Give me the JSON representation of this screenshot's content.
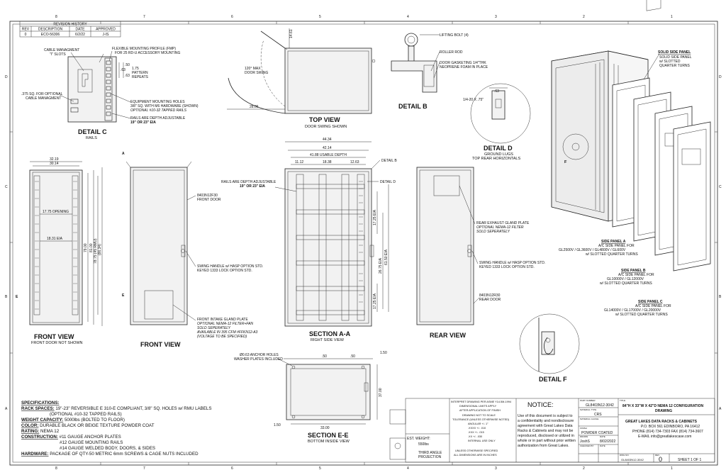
{
  "border": {
    "top_cols": [
      "8",
      "7",
      "6",
      "5",
      "4",
      "3",
      "2",
      "1"
    ],
    "rows": [
      "D",
      "C",
      "B",
      "A"
    ]
  },
  "revision": {
    "heading": "REVISION HISTORY",
    "headers": [
      "REV",
      "DESCRIPTION",
      "DATE",
      "APPROVED"
    ],
    "row": [
      "0",
      "ECO-56306",
      "6/2/22",
      "J-IS"
    ]
  },
  "detail_c": {
    "title": "DETAIL C",
    "subtitle": "RAILS",
    "cable_mgmt": "CABLE MANAGMENT",
    "cable_slots": "\"I\" SLOTS",
    "fmp1": "FLEXIBLE MOUNTING PROFILE (FMP)",
    "fmp2": "FOR 25 RD-U ACCESSORY MOUNTING",
    "pattern1": "1.75",
    "pattern2": "PATTERN",
    "pattern3": "REPEATS",
    "optional1": ".375 SQ. FOR OPTIONAL",
    "optional2": "CABLE MANAGMENT",
    "equip1": "EQUIPMENT MOUNTING HOLES",
    "equip2": "3/8\" SQ. WITH M6 HARDWARE (SHOWN)",
    "equip3": "OPTIONAL #10-32 TAPPED RAILS",
    "rails1": "RAILS ARE DEPTH ADJUSTABLE",
    "rails2": "19\" OR 23\" EIA",
    "d1": ".63",
    "d2": ".50",
    "d3": ".63"
  },
  "top_view": {
    "title": "TOP VIEW",
    "subtitle": "DOOR SWING SHOWN",
    "swing1": "120° MAX",
    "swing2": "DOOR SWING",
    "d_depth": "14.61",
    "d_width": "28.06"
  },
  "detail_b": {
    "title": "DETAIL B",
    "lifting": "LIFTING BOLT (4)",
    "roller": "ROLLER ROD",
    "gasket1": "DOOR GASKETING 1/4\"THK",
    "gasket2": "NEOPRENE FOAM IN PLACE"
  },
  "detail_d": {
    "title": "DETAIL D",
    "subtitle1": "GROUND LUGS",
    "subtitle2": "TOP REAR HORIZONTALS",
    "d1": ".63",
    "d2": "1/4-20 X .75\""
  },
  "iso": {
    "solid_title": "SOLID SIDE PANEL",
    "solid1": "SOLID SIDE PANEL",
    "solid2": "w/ SLOTTED",
    "solid3": "QUARTER TURNS",
    "f_label": "F",
    "a_title": "SIDE PANEL A",
    "a1": "A/C SIDE PANEL FOR",
    "a2": "GL2500V / GL3600V / GL4800V / GL600V",
    "a3": "w/ SLOTTED QUARTER TURNS",
    "b_title": "SIDE PANEL B",
    "b1": "A/C SIDE PANEL FOR",
    "b2": "GL10000V / GL12000V",
    "b3": "w/ SLOTTED QUARTER TURNS",
    "c_title": "SIDE PANEL C",
    "c1": "A/C SIDE PANEL FOR",
    "c2": "GL14000V / GL17000V / GL20000V",
    "c3": "w/ SLOTTED QUARTER TURNS"
  },
  "front_view": {
    "title": "FRONT VIEW",
    "subtitle": "FRONT DOOR NOT SHOWN",
    "w1": "32.19",
    "w2": "30.14",
    "opening": "17.75 OPENING",
    "eia": "18.31 EIA",
    "h1": "79.00",
    "h2": "81.00",
    "h3": "78.75 (45 RMU)",
    "h4": "(86.34)",
    "e": "E"
  },
  "front_view2": {
    "title": "FRONT VIEW",
    "a": "A",
    "part1": "8403N12F30",
    "part2": "FRONT DOOR",
    "swing1": "SWING HANDLE w/ HASP OPTION STD.",
    "swing2": "KEYED 1333 LOCK OPTION STD.",
    "intake1": "FRONT INTAKE GLAND PLATE",
    "intake2": "OPTIONAL NEMA-12 FILTER+FAN",
    "intake3": "SOLD SEPERATELY",
    "intake4": "AVAILABLE IN 395 CFM #FFKN12-A3",
    "intake5": "(VOLTAGE TO BE SPECIFIED)",
    "e": "E"
  },
  "section_aa": {
    "title": "SECTION A-A",
    "subtitle": "RIGHT SIDE VIEW",
    "d1": "44.34",
    "d2": "42.14",
    "d3": "41.88 USABLE DEPTH",
    "d4": "11.12",
    "d5": "18.38",
    "d6": "12.63",
    "detail_b": "DETAIL B",
    "detail_d": "DETAIL D",
    "rails1": "RAILS ARE DEPTH ADJUSTABLE",
    "rails2": "19\" OR 23\" EIA",
    "v1": "17.25 EIA",
    "v2": "26.75 EIA",
    "v3": "61.50 EIA",
    "v4": "17.25 EIA"
  },
  "rear_view": {
    "title": "REAR VIEW",
    "exhaust1": "REAR EXHAUST GLAND PLATE",
    "exhaust2": "OPTIONAL NEMA-12 FILTER",
    "exhaust3": "SOLD SEPERATELY",
    "swing1": "SWING HANDLE w/ HASP OPTION STD.",
    "swing2": "KEYED 1333 LOCK OPTION STD.",
    "part1": "8403N12R30",
    "part2": "REAR DOOR"
  },
  "detail_f": {
    "title": "DETAIL F"
  },
  "section_ee": {
    "title": "SECTION E-E",
    "subtitle": "BOTTOM INSIDE VIEW",
    "anchor1": "Ø0.63 ANCHOR HOLES",
    "anchor2": "WASHER PLATES INCLUDED",
    "d1": "1.50",
    "d2": "1.50",
    "d3": "33.00",
    "d4": "37.00",
    "d5": ".50",
    "d6": ".50"
  },
  "specs": {
    "heading": "SPECIFICATIONS:",
    "l1_label": "RACK SPACES:",
    "l1": " 19\"-23\" REVERSIBLE E 310-E COMPLIANT, 3/8\" SQ. HOLES w/ RMU LABELS",
    "l2": "(OPTIONAL #10-32 TAPPED RAILS)",
    "l3_label": "WEIGHT CAPACITY:",
    "l3": " 5000lbs (BOLTED TO FLOOR)",
    "l4_label": "COLOR:",
    "l4": " DURABLE BLACK OR BEIGE TEXTURE POWDER COAT",
    "l5_label": "RATING:",
    "l5": " NEMA 12",
    "l6_label": "CONSTRUCTION:",
    "l6": " #11 GAUGE ANCHOR PLATES",
    "l7": "#12 GAUGE MOUNTING RAILS",
    "l8": "#14 GAUGE WELDED BODY, DOORS, & SIDES",
    "l9_label": "HARDWARE:",
    "l9": " PACKAGE OF QTY-50 METRIC 6mm SCREWS & CAGE NUTS INCLUDED"
  },
  "title_block": {
    "weight_label": "EST. WEIGHT:",
    "weight": "550lbs",
    "third1": "THIRD ANGLE",
    "third2": "PROJECTION",
    "tol1": "INTERPRET DRAWING PER ASME Y14.5M-1994",
    "tol2": "DIMENSIONAL LIMITS APPLY",
    "tol3": "AFTER APPLICATION OF FINISH",
    "tol4": "DRAWING NOT TO SCALE",
    "tol5": "TOLERANCE (UNLESS OTHERWISE NOTED)",
    "tol6": "ANGULAR +/- 1°",
    "tol7": ".XXXX +/- .010",
    "tol8": ".XXX +/- .015",
    "tol9": ".XX +/- .030",
    "tol10": "INTERNAL USE ONLY",
    "tol11": "UNLESS OTHERWISE SPECIFIED",
    "tol12": "ALL DIMENSIONS ARE IN INCHES",
    "notice_title": "NOTICE:",
    "notice1": "Use of this document is subject to",
    "notice2": "a confidentiality and nondisclosure",
    "notice3": "agreement with Great Lakes Data",
    "notice4": "Racks & Cabinets and may not be",
    "notice5": "reproduced, disclosed or utilized in",
    "notice6": "whole or in part without prior written",
    "notice7": "authorization from Great Lakes.",
    "part_label": "PART NUMBER",
    "part": "GL8403N12-3042",
    "mat_label": "MATERIAL TYPE",
    "mat": "CRS",
    "gauge_label": "MATERIAL GAUGE",
    "finish_label": "FINISH",
    "finish": "POWDER COATED",
    "drawn_label": "DRAWN",
    "drawn_date_label": "DATE",
    "drawn": "JoshS",
    "drawn_date": "8/02/2022",
    "checked_label": "CHECKED BY",
    "checked_date_label": "DATE",
    "title_label": "TITLE",
    "title1": "84\"H X 33\"W X 42\"D NEMA 12 CONFIGURATION",
    "title2": "DRAWING",
    "company": "GREAT LAKES DATA RACKS & CABINETS",
    "addr1": "P.O. BOX 561 EDINBORO, PA 16412",
    "addr2": "PHONE (814) 734-7303 FAX (814) 734-3607",
    "addr3": "E-MAIL info@greatlakescase.com",
    "dwgno_label": "DWG NO.",
    "dwgno": "GL8403N12-3042",
    "rev_label": "REV",
    "rev": "0",
    "sheet": "SHEET 1 OF 1"
  }
}
